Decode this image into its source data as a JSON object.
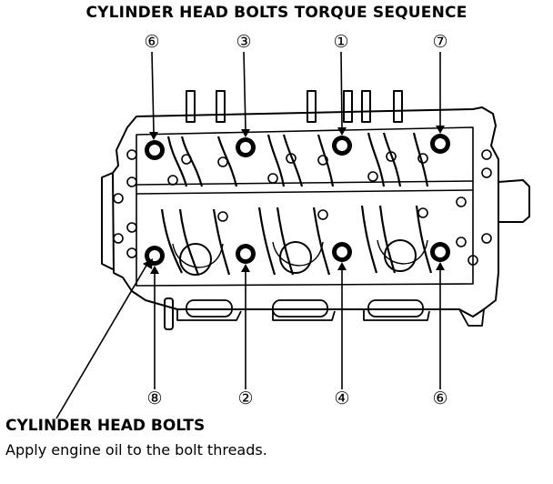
{
  "title": "CYLINDER HEAD BOLTS TORQUE SEQUENCE",
  "sequence_labels": {
    "top": [
      "⑥",
      "③",
      "①",
      "⑦"
    ],
    "bottom": [
      "⑧",
      "②",
      "④",
      "⑥"
    ]
  },
  "callout": {
    "heading": "CYLINDER HEAD BOLTS",
    "note": "Apply engine oil to the bolt threads."
  }
}
